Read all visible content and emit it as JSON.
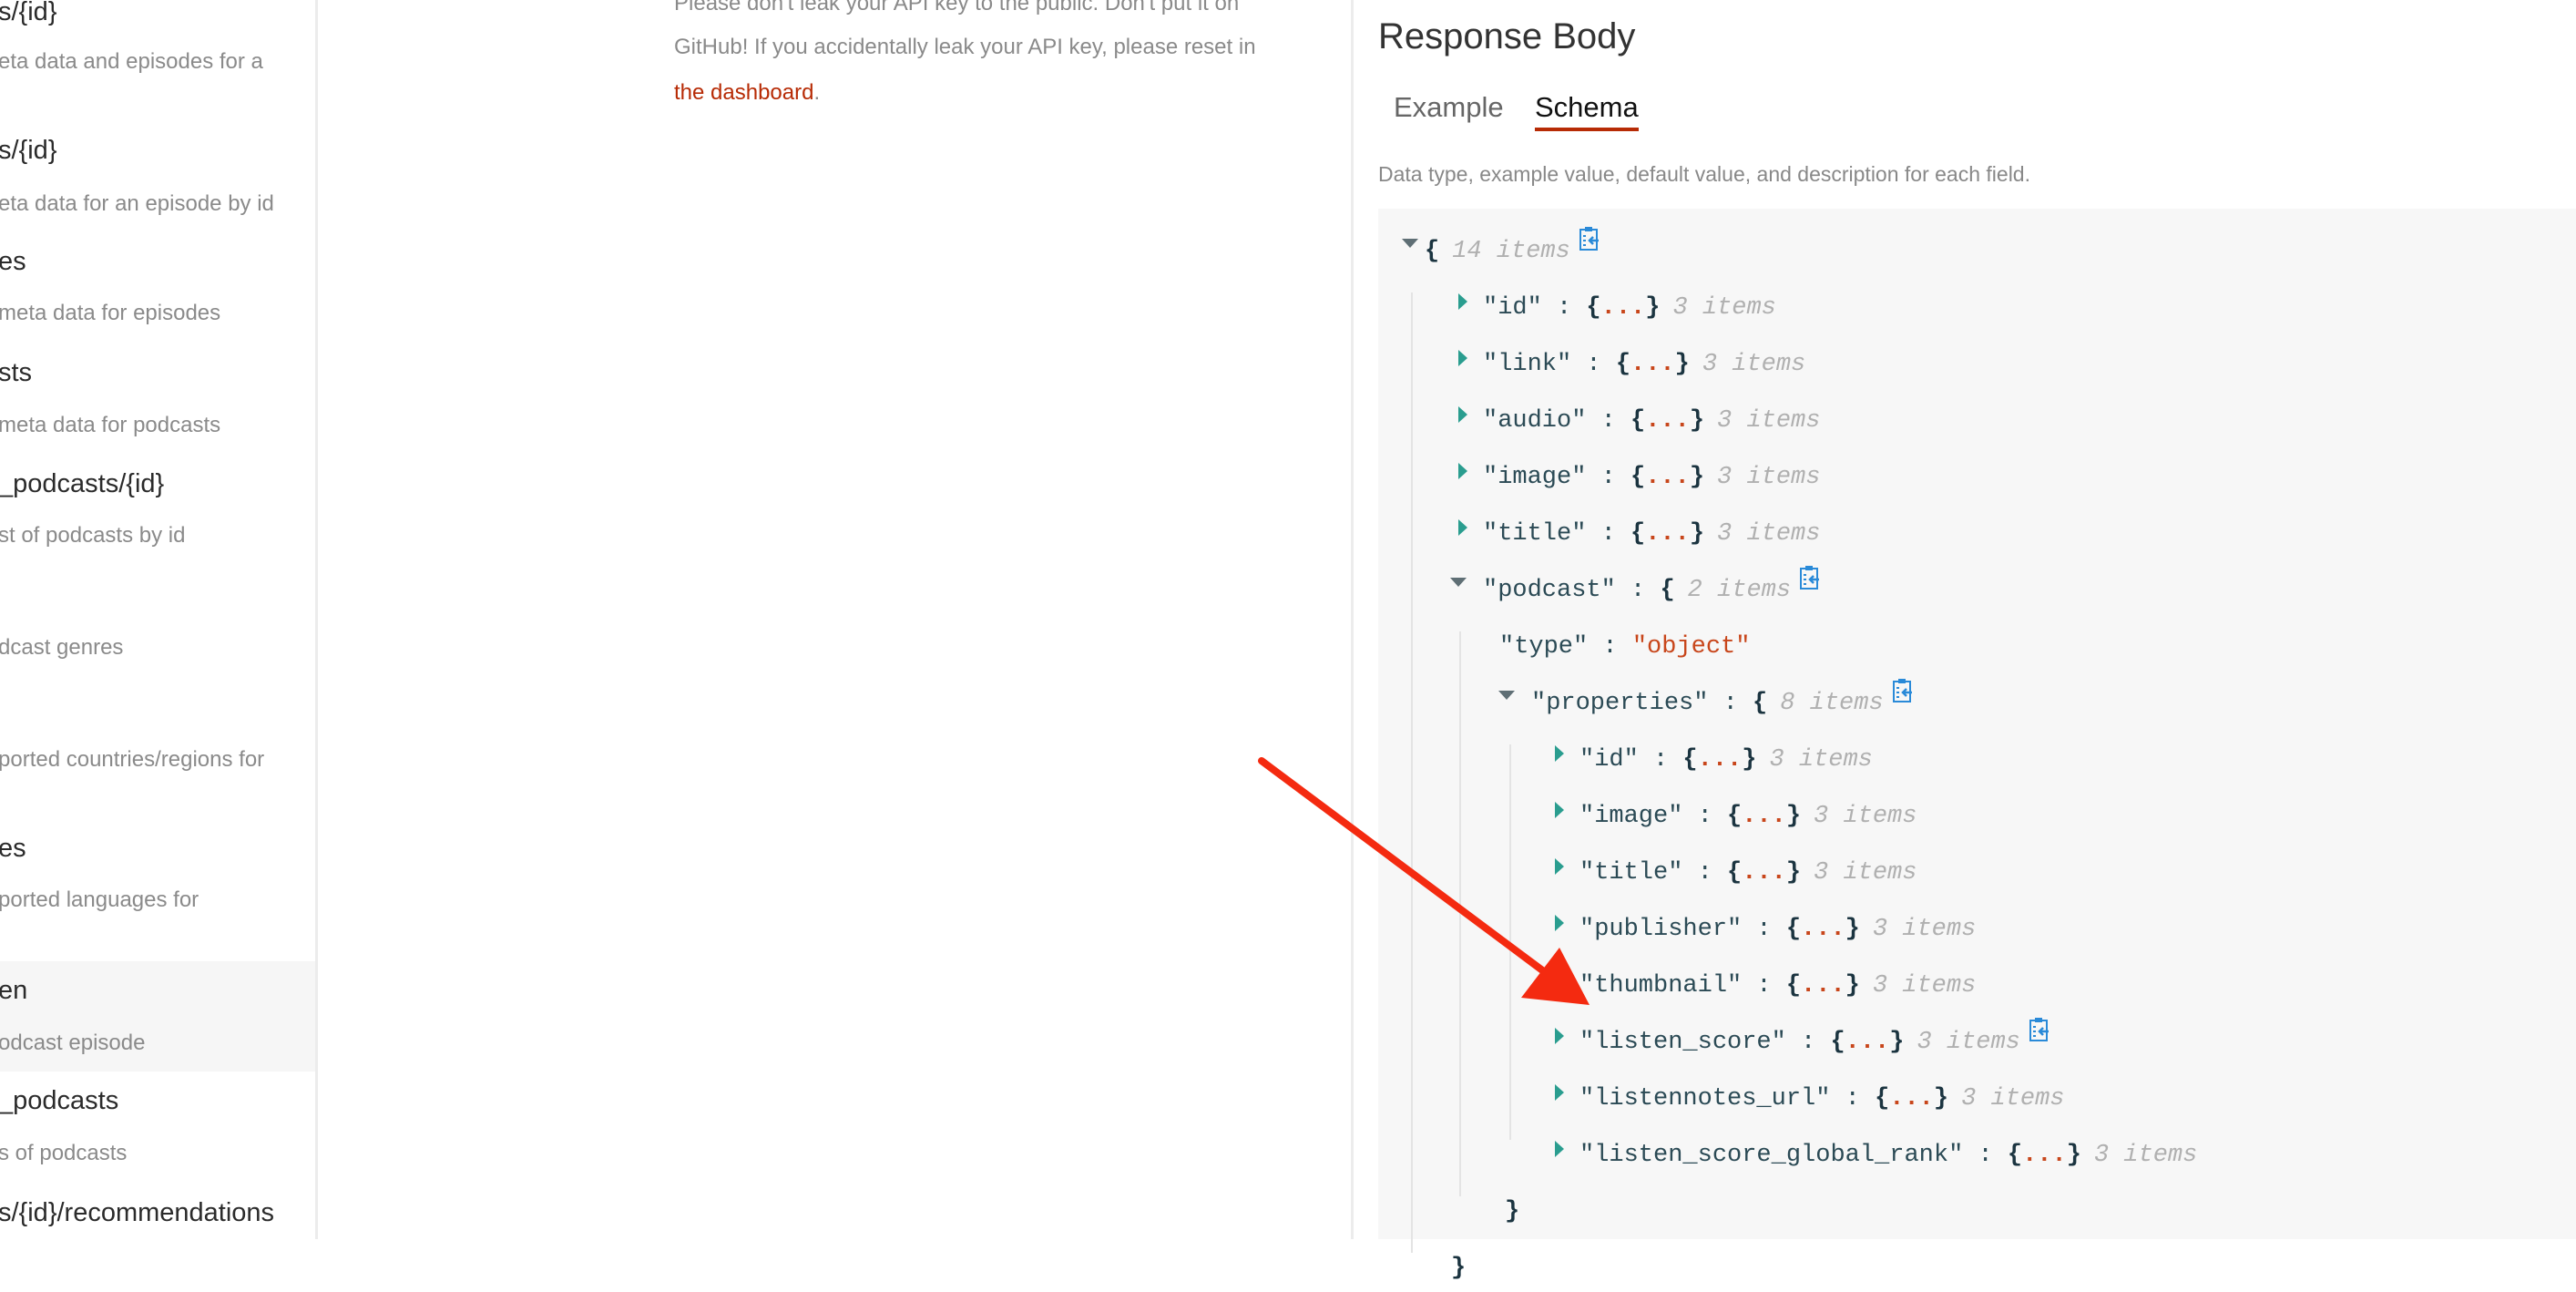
{
  "sidebar": {
    "items": [
      {
        "title": "s/{id}",
        "desc": "eta data and episodes for a"
      },
      {
        "title": "s/{id}",
        "desc": "eta data for an episode by id"
      },
      {
        "title": "es",
        "desc": " meta data for episodes"
      },
      {
        "title": "sts",
        "desc": " meta data for podcasts"
      },
      {
        "title": "_podcasts/{id}",
        "desc": "st of podcasts by id"
      },
      {
        "title": "",
        "desc": "dcast genres"
      },
      {
        "title": "",
        "desc": "ported countries/regions for"
      },
      {
        "title": "es",
        "desc": "ported languages for"
      },
      {
        "title": "en",
        "desc": "odcast episode",
        "active": true
      },
      {
        "title": "_podcasts",
        "desc": "s of podcasts"
      },
      {
        "title": "s/{id}/recommendations",
        "desc": ""
      }
    ]
  },
  "middle": {
    "line1": "Please don't leak your API key to the public. Don't put it on",
    "line2": "GitHub! If you accidentally leak your API key, please reset in",
    "link": "the dashboard",
    "period": "."
  },
  "response": {
    "title": "Response Body",
    "tabs": [
      {
        "label": "Example"
      },
      {
        "label": "Schema",
        "active": true
      }
    ],
    "description": "Data type, example value, default value, and description for each field."
  },
  "tree": [
    {
      "depth": 0,
      "kind": "open",
      "key": "",
      "meta": "14 items",
      "copy": true
    },
    {
      "depth": 1,
      "kind": "collapsed",
      "key": "\"id\"",
      "meta": "3 items"
    },
    {
      "depth": 1,
      "kind": "collapsed",
      "key": "\"link\"",
      "meta": "3 items"
    },
    {
      "depth": 1,
      "kind": "collapsed",
      "key": "\"audio\"",
      "meta": "3 items"
    },
    {
      "depth": 1,
      "kind": "collapsed",
      "key": "\"image\"",
      "meta": "3 items"
    },
    {
      "depth": 1,
      "kind": "collapsed",
      "key": "\"title\"",
      "meta": "3 items"
    },
    {
      "depth": 1,
      "kind": "open",
      "key": "\"podcast\"",
      "meta": "2 items",
      "copy": true
    },
    {
      "depth": 2,
      "kind": "value",
      "key": "\"type\"",
      "value": "\"object\""
    },
    {
      "depth": 2,
      "kind": "open",
      "key": "\"properties\"",
      "meta": "8 items",
      "copy": true
    },
    {
      "depth": 3,
      "kind": "collapsed",
      "key": "\"id\"",
      "meta": "3 items"
    },
    {
      "depth": 3,
      "kind": "collapsed",
      "key": "\"image\"",
      "meta": "3 items"
    },
    {
      "depth": 3,
      "kind": "collapsed",
      "key": "\"title\"",
      "meta": "3 items"
    },
    {
      "depth": 3,
      "kind": "collapsed",
      "key": "\"publisher\"",
      "meta": "3 items"
    },
    {
      "depth": 3,
      "kind": "collapsed",
      "key": "\"thumbnail\"",
      "meta": "3 items"
    },
    {
      "depth": 3,
      "kind": "collapsed",
      "key": "\"listen_score\"",
      "meta": "3 items",
      "copy": true
    },
    {
      "depth": 3,
      "kind": "collapsed",
      "key": "\"listennotes_url\"",
      "meta": "3 items"
    },
    {
      "depth": 3,
      "kind": "collapsed",
      "key": "\"listen_score_global_rank\"",
      "meta": "3 items"
    },
    {
      "depth": 2,
      "kind": "close"
    },
    {
      "depth": 1,
      "kind": "close"
    }
  ],
  "colors": {
    "accent": "#b72b05",
    "arrow": "#f42a10",
    "triangle": "#2a9d8f",
    "copy_icon": "#2a8ad8"
  }
}
